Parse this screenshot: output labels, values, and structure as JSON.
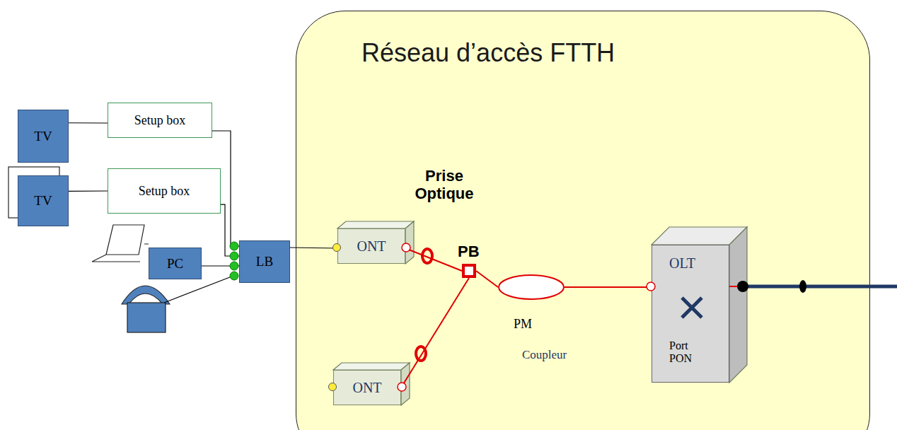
{
  "diagram": {
    "nodes": [
      {
        "text": [
          "Réseau d’accès FTTH"
        ]
      },
      {
        "text": [
          "TV"
        ]
      },
      {
        "text": [
          "Setup box"
        ]
      },
      {
        "text": [
          "TV"
        ]
      },
      {
        "text": [
          "Setup box"
        ]
      },
      {
        "text": [
          "PC"
        ]
      },
      {
        "text": [
          "LB"
        ]
      },
      {
        "text": [
          "ONT"
        ],
        "in": 0
      },
      {
        "text": [
          "ONT"
        ],
        "in": 0
      },
      {
        "text": [
          "PB"
        ],
        "in": 0
      },
      {
        "text": [
          "PM"
        ],
        "in": 0
      },
      {
        "text": [
          "OLT",
          "Port PON"
        ],
        "in": 0
      }
    ],
    "edges": [
      {
        "from": 1,
        "to": 2,
        "arrow": "none"
      },
      {
        "from": 3,
        "to": 4,
        "arrow": "none"
      },
      {
        "from": 2,
        "to": 6,
        "arrow": "none"
      },
      {
        "from": 4,
        "to": 6,
        "arrow": "none"
      },
      {
        "from": 5,
        "to": 6,
        "arrow": "none"
      },
      {
        "from": 6,
        "to": 7,
        "arrow": "none"
      },
      {
        "from": 7,
        "to": 9,
        "arrow": "none"
      },
      {
        "from": 8,
        "to": 9,
        "arrow": "none"
      },
      {
        "from": 9,
        "to": 10,
        "arrow": "none"
      },
      {
        "from": 10,
        "to": 11,
        "arrow": "none"
      }
    ],
    "labels": [
      "Prise Optique",
      "Coupleur"
    ]
  }
}
